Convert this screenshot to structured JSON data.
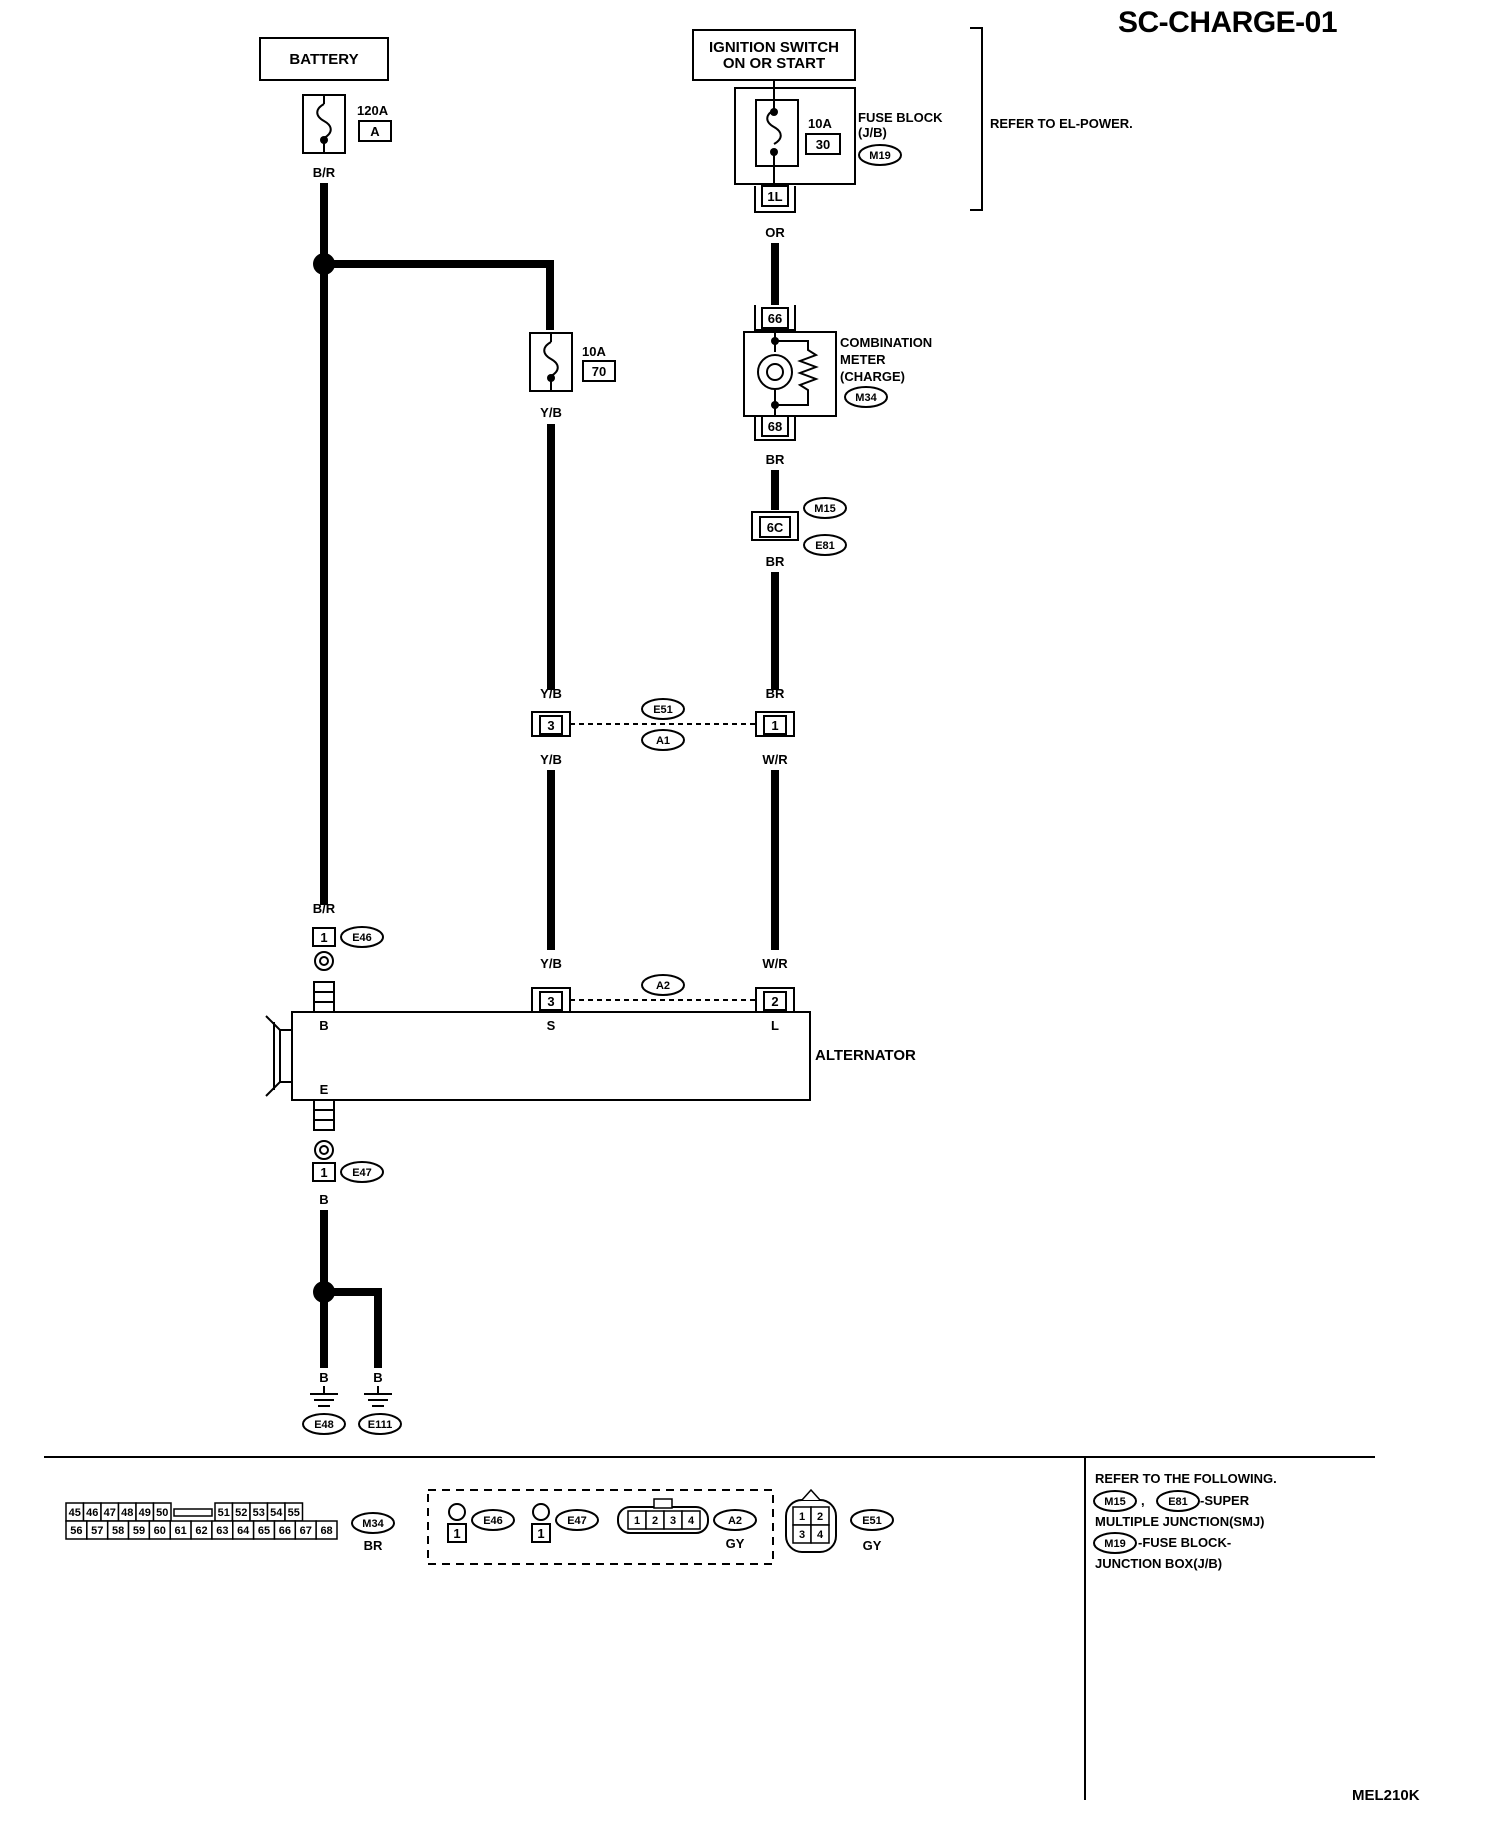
{
  "header": {
    "diagram_id": "SC-CHARGE-01",
    "footer_code": "MEL210K"
  },
  "components": {
    "battery": "BATTERY",
    "ignition_line1": "IGNITION SWITCH",
    "ignition_line2": "ON OR START",
    "fuse_block_l1": "FUSE BLOCK",
    "fuse_block_l2": "(J/B)",
    "refer_el_power": "REFER TO EL-POWER.",
    "combo_l1": "COMBINATION",
    "combo_l2": "METER",
    "combo_l3": "(CHARGE)",
    "alternator": "ALTERNATOR"
  },
  "fuses": {
    "main_rating": "120A",
    "main_id": "A",
    "branch_rating": "10A",
    "branch_id": "70",
    "ign_rating": "10A",
    "ign_id": "30"
  },
  "wires": {
    "br_top": "B/R",
    "br_bottom": "B/R",
    "yb_1": "Y/B",
    "yb_2": "Y/B",
    "yb_3": "Y/B",
    "yb_4": "Y/B",
    "or": "OR",
    "br_1": "BR",
    "br_2": "BR",
    "br_3": "BR",
    "wr_1": "W/R",
    "wr_2": "W/R",
    "b_1": "B",
    "b_2": "B",
    "b_3": "B"
  },
  "pins": {
    "p1L": "1L",
    "p66": "66",
    "p68": "68",
    "p6C": "6C",
    "e51_s": "3",
    "e51_l": "1",
    "e46": "1",
    "e47": "1",
    "a2_s": "3",
    "a2_l": "2",
    "term_b": "B",
    "term_s": "S",
    "term_l": "L",
    "term_e": "E"
  },
  "connectors": {
    "m19": "M19",
    "m34": "M34",
    "m15": "M15",
    "e81": "E81",
    "e51": "E51",
    "a1": "A1",
    "a2": "A2",
    "e46": "E46",
    "e47": "E47",
    "e48": "E48",
    "e111": "E111"
  },
  "legend": {
    "m34_top": [
      "45",
      "46",
      "47",
      "48",
      "49",
      "50",
      "51",
      "52",
      "53",
      "54",
      "55"
    ],
    "m34_bottom": [
      "56",
      "57",
      "58",
      "59",
      "60",
      "61",
      "62",
      "63",
      "64",
      "65",
      "66",
      "67",
      "68"
    ],
    "m34_id": "M34",
    "m34_color": "BR",
    "e46_id": "E46",
    "e46_pin": "1",
    "e47_id": "E47",
    "e47_pin": "1",
    "a2_pins": [
      "1",
      "2",
      "3",
      "4"
    ],
    "a2_id": "A2",
    "a2_color": "GY",
    "e51_pins": [
      "1",
      "2",
      "3",
      "4"
    ],
    "e51_id": "E51",
    "e51_color": "GY"
  },
  "references": {
    "heading": "REFER TO THE FOLLOWING.",
    "m15": "M15",
    "sep": ",",
    "e81": "E81",
    "l1_tail": "-SUPER",
    "l2": "MULTIPLE JUNCTION(SMJ)",
    "m19": "M19",
    "l3_tail": "-FUSE BLOCK-",
    "l4": "JUNCTION BOX(J/B)"
  }
}
